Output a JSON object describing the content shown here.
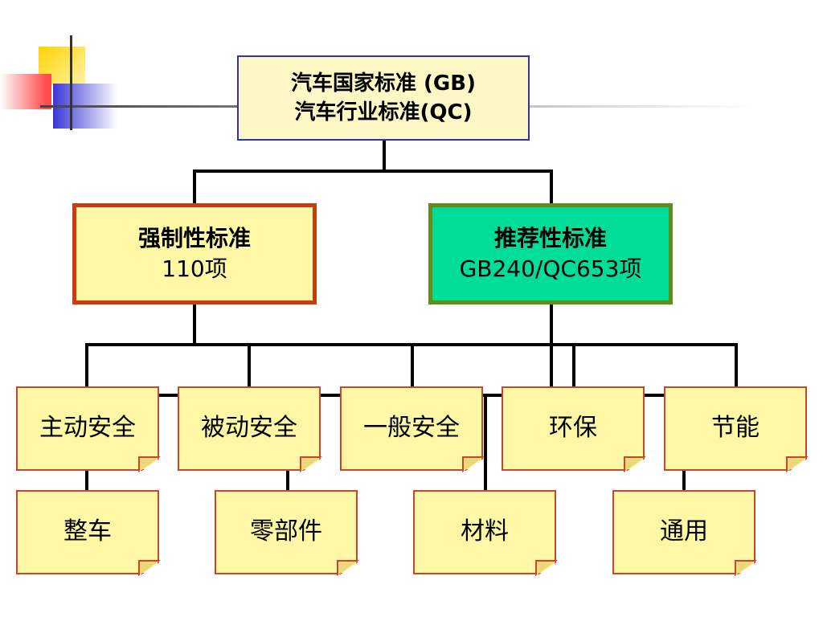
{
  "top": {
    "line1": "汽车国家标准 (GB)",
    "line2": "汽车行业标准(QC)"
  },
  "mandatory": {
    "title": "强制性标准",
    "count": "110项"
  },
  "recommended": {
    "title": "推荐性标准",
    "count": "GB240/QC653项"
  },
  "row1": [
    "主动安全",
    "被动安全",
    "一般安全",
    "环保",
    "节能"
  ],
  "row2": [
    "整车",
    "零部件",
    "材料",
    "通用"
  ],
  "colors": {
    "line": "#000000",
    "note_fill": "#fdf7a6",
    "note_border": "#c8452e",
    "recommended_fill": "#00dd99",
    "recommended_border": "#5f8f1a",
    "mandatory_border": "#c83c0f",
    "top_border": "#2f2fb7"
  }
}
